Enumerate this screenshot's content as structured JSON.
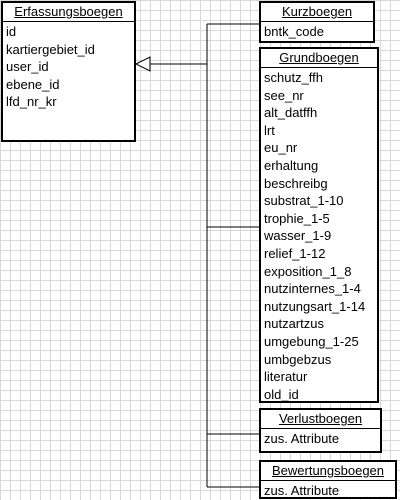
{
  "entities": [
    {
      "id": "erfassungsboegen",
      "title": "Erfassungsboegen",
      "attributes": [
        "id",
        "kartiergebiet_id",
        "user_id",
        "ebene_id",
        "lfd_nr_kr"
      ]
    },
    {
      "id": "kurzboegen",
      "title": "Kurzboegen",
      "attributes": [
        "bntk_code"
      ]
    },
    {
      "id": "grundboegen",
      "title": "Grundboegen",
      "attributes": [
        "schutz_ffh",
        "see_nr",
        "alt_datffh",
        "lrt",
        "eu_nr",
        "erhaltung",
        "beschreibg",
        "substrat_1-10",
        "trophie_1-5",
        "wasser_1-9",
        "relief_1-12",
        "exposition_1_8",
        "nutzinternes_1-4",
        "nutzungsart_1-14",
        "nutzartzus",
        "umgebung_1-25",
        "umbgebzus",
        "literatur",
        "old_id"
      ]
    },
    {
      "id": "verlustboegen",
      "title": "Verlustboegen",
      "attributes": [
        "zus. Attribute"
      ]
    },
    {
      "id": "bewertungsboegen",
      "title": "Bewertungsboegen",
      "attributes": [
        "zus. Attribute"
      ]
    }
  ],
  "relationship": {
    "type": "inheritance",
    "parent": "erfassungsboegen",
    "children": [
      "kurzboegen",
      "grundboegen",
      "verlustboegen",
      "bewertungsboegen"
    ]
  }
}
